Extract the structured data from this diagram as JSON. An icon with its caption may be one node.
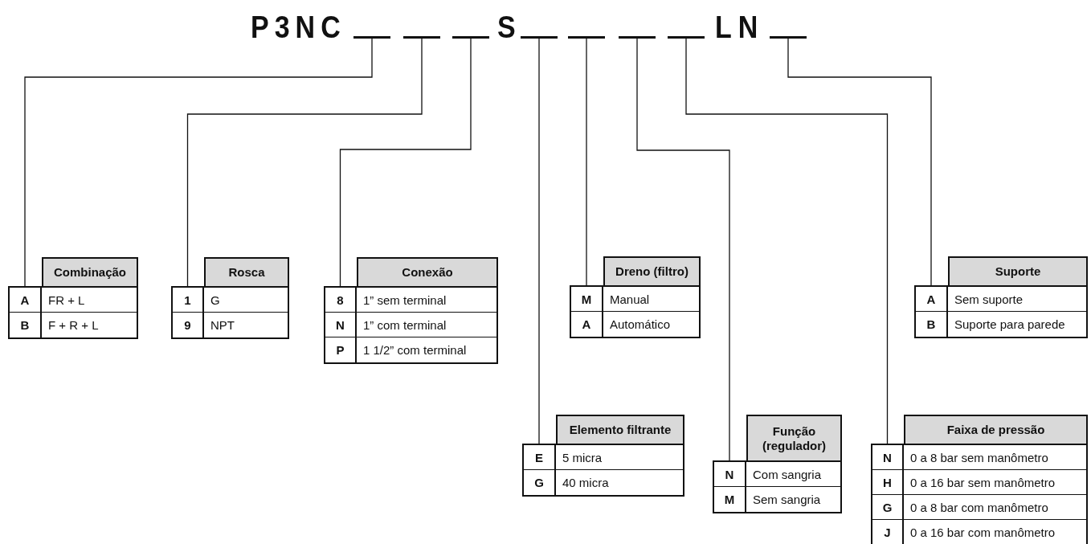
{
  "diagram": {
    "nodes": [
      {
        "text": [],
        "shape": "bar"
      },
      {
        "text": [],
        "shape": "bar"
      },
      {
        "text": [],
        "shape": "bar"
      },
      {
        "text": [],
        "shape": "bar"
      },
      {
        "text": [],
        "shape": "bar"
      },
      {
        "text": [],
        "shape": "bar"
      },
      {
        "text": [],
        "shape": "bar"
      },
      {
        "text": [],
        "shape": "bar"
      },
      {
        "text": [
          "Combinação",
          "A",
          "FR + L",
          "B",
          "F + R + L"
        ]
      },
      {
        "text": [
          "Rosca",
          "1",
          "G",
          "9",
          "NPT"
        ]
      },
      {
        "text": [
          "Conexão",
          "8",
          "1” sem terminal",
          "N",
          "1” com terminal",
          "P",
          "1 1/2” com terminal"
        ]
      },
      {
        "text": [
          "Dreno (filtro)",
          "M",
          "Manual",
          "A",
          "Automático"
        ]
      },
      {
        "text": [
          "Suporte",
          "A",
          "Sem suporte",
          "B",
          "Suporte para parede"
        ]
      },
      {
        "text": [
          "Elemento filtrante",
          "E",
          "5 micra",
          "G",
          "40 micra"
        ]
      },
      {
        "text": [
          "Função (regulador)",
          "N",
          "Com sangria",
          "M",
          "Sem sangria"
        ]
      },
      {
        "text": [
          "Faixa de pressão",
          "N",
          "0 a 8 bar sem manômetro",
          "H",
          "0 a 16 bar sem manômetro",
          "G",
          "0 a 8 bar com manômetro",
          "J",
          "0 a 16 bar com manômetro"
        ]
      }
    ],
    "edges": [
      {
        "from": 0,
        "to": 8,
        "arrow": "none"
      },
      {
        "from": 1,
        "to": 9,
        "arrow": "none"
      },
      {
        "from": 2,
        "to": 10,
        "arrow": "none"
      },
      {
        "from": 3,
        "to": 13,
        "arrow": "none"
      },
      {
        "from": 4,
        "to": 11,
        "arrow": "none"
      },
      {
        "from": 5,
        "to": 14,
        "arrow": "none"
      },
      {
        "from": 6,
        "to": 15,
        "arrow": "none"
      },
      {
        "from": 7,
        "to": 12,
        "arrow": "none"
      }
    ],
    "labels": [
      "P3NC",
      "S",
      "LN"
    ]
  }
}
